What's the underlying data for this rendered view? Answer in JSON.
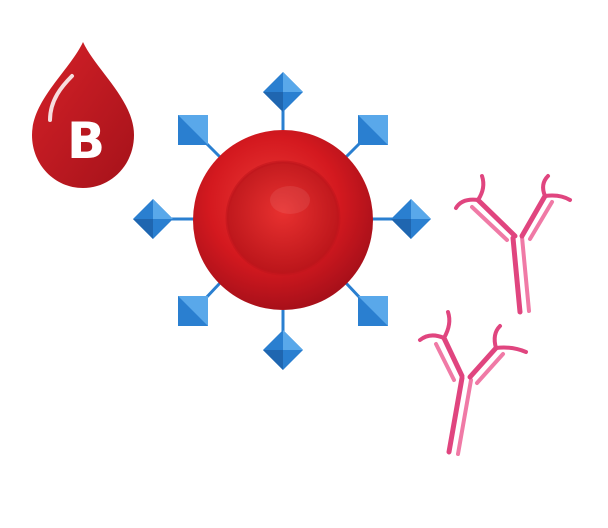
{
  "blood_type": {
    "letter": "B"
  },
  "colors": {
    "drop": "#c4161c",
    "drop_highlight": "#ffffff",
    "cell": "#d4191f",
    "cell_core": "#b8151a",
    "antigen": "#2a7fd0",
    "antigen_light": "#59a8ea",
    "antibody": "#e0457f",
    "antibody_light": "#f07aa6"
  },
  "icons": {
    "drop": "blood-drop-icon",
    "cell": "red-blood-cell",
    "antigen": "antigen-b-marker",
    "antibody": "anti-a-antibody"
  }
}
